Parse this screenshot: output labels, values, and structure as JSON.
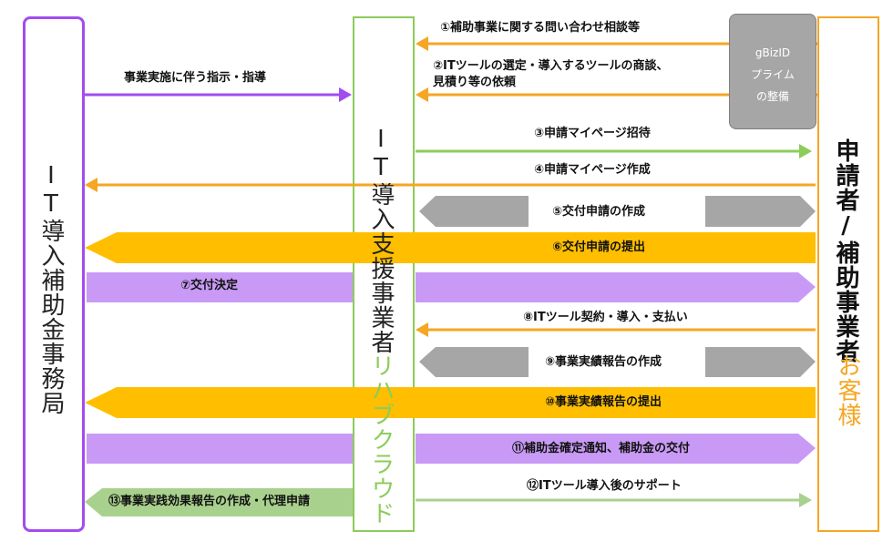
{
  "columns": {
    "left": {
      "title": "IT導入補助金事務局"
    },
    "middle": {
      "title": "IT導入支援事業者",
      "subtitle": "リハブクラウド"
    },
    "right": {
      "title": "申請者/補助事業者",
      "subtitle": "お客様"
    }
  },
  "gbizid": {
    "line1": "gBizID",
    "line2": "プライム",
    "line3": "の整備"
  },
  "arrows": {
    "a1": "①補助事業に関する問い合わせ相談等",
    "a2_line1": "②ITツールの選定・導入するツールの商談、",
    "a2_line2": "見積り等の依頼",
    "instruct": "事業実施に伴う指示・指導",
    "a3": "③申請マイページ招待",
    "a4": "④申請マイページ作成",
    "a5": "⑤交付申請の作成",
    "a6": "⑥交付申請の提出",
    "a7": "⑦交付決定",
    "a8": "⑧ITツール契約・導入・支払い",
    "a9": "⑨事業実績報告の作成",
    "a10": "⑩事業実績報告の提出",
    "a11": "⑪補助金確定通知、補助金の交付",
    "a12": "⑫ITツール導入後のサポート",
    "a13": "⑬事業実践効果報告の作成・代理申請"
  },
  "colors": {
    "purple": "#a24cf0",
    "green": "#8ccc5a",
    "orange": "#f5a623",
    "gold": "#ffbf00",
    "lavender": "#c89af5",
    "gray": "#a6a6a6",
    "lightgreen": "#a9d18e"
  }
}
